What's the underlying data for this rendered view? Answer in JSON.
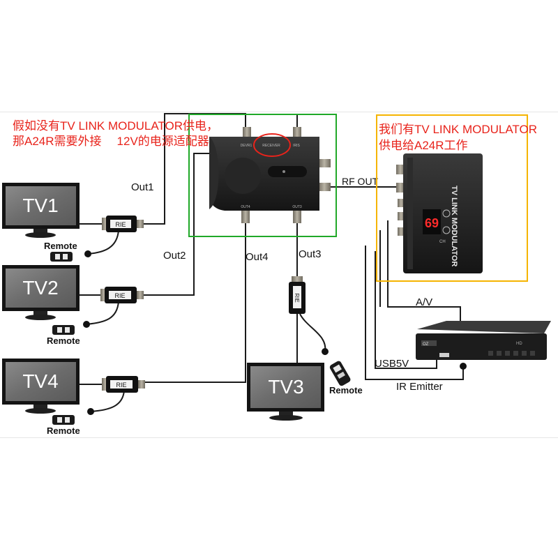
{
  "notes": {
    "left_line1": "假如没有TV LINK MODULATOR供电，",
    "left_line2": "那A24R需要外接",
    "left_line2_tail": "12V的电源适配器",
    "right_line1": "我们有TV LINK MODULATOR",
    "right_line2": "供电给A24R工作"
  },
  "tvs": {
    "tv1": "TV1",
    "tv2": "TV2",
    "tv3": "TV3",
    "tv4": "TV4"
  },
  "remote_label": "Remote",
  "outputs": {
    "out1": "Out1",
    "out2": "Out2",
    "out3": "Out3",
    "out4": "Out4"
  },
  "connections": {
    "rf_out": "RF OUT",
    "av": "A/V",
    "usb": "USB5V",
    "ir": "IR Emitter"
  },
  "amplifier": {
    "port_tl": "DEVR1",
    "port_tc": "RECEIVER",
    "port_tr": "IRIS",
    "port_bl": "OUT4",
    "port_br": "OUT3"
  },
  "modulator": {
    "title": "TV LINK MODULATOR",
    "display": "69",
    "ch_label": "CH"
  },
  "receiver_box": {
    "brand": "OZ",
    "model": "HD"
  },
  "ir_extender_label": "RIE",
  "colors": {
    "note_red": "#e8231b",
    "highlight_green": "#20a828",
    "highlight_orange": "#f5b400",
    "cable": "#1a1a1a"
  }
}
